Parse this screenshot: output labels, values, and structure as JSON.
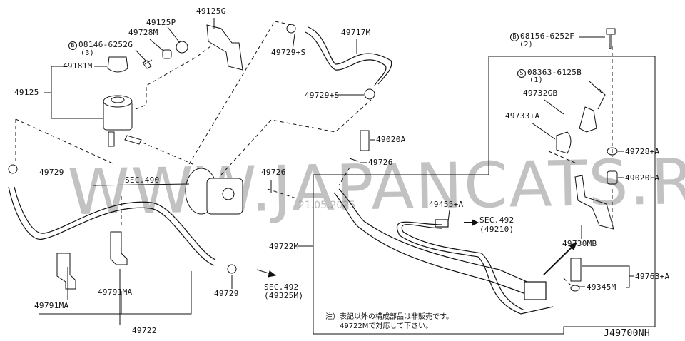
{
  "diagram_id": "J49700NH",
  "watermark": "WWW.JAPANCATS.RU",
  "watermark_date": "21.05.2025",
  "labels": {
    "p49125G": "49125G",
    "p49125P": "49125P",
    "p49728M": "49728M",
    "bolt1_symbol": "B",
    "bolt1": "08146-6252G",
    "bolt1_qty": "(3)",
    "p49181M": "49181M",
    "p49125": "49125",
    "p49729_left": "49729",
    "sec490": "SEC.490",
    "p49729S_top": "49729+S",
    "p49717M": "49717M",
    "p49729S_mid": "49729+S",
    "p49020A": "49020A",
    "p49726_left": "49726",
    "p49726_right": "49726",
    "p49722M": "49722M",
    "p49455A": "49455+A",
    "sec492_a": "SEC.492",
    "sec492_a_ref": "(49210)",
    "p49791MA_left": "49791MA",
    "p49791MA_mid": "49791MA",
    "p49729_bottom": "49729",
    "sec492_b": "SEC.492",
    "sec492_b_ref": "(49325M)",
    "p49722": "49722",
    "bolt2_symbol": "B",
    "bolt2": "08156-6252F",
    "bolt2_qty": "(2)",
    "screw_symbol": "S",
    "screw": "08363-6125B",
    "screw_qty": "(1)",
    "p49732GB": "49732GB",
    "p49733A": "49733+A",
    "p49728A": "49728+A",
    "p49020FA": "49020FA",
    "p49730MB": "49730MB",
    "p49763A": "49763+A",
    "p49345M": "49345M"
  },
  "note": {
    "line1": "注）表記以外の構成部品は非販売です。",
    "line2": "49722Mで対応して下さい。"
  }
}
